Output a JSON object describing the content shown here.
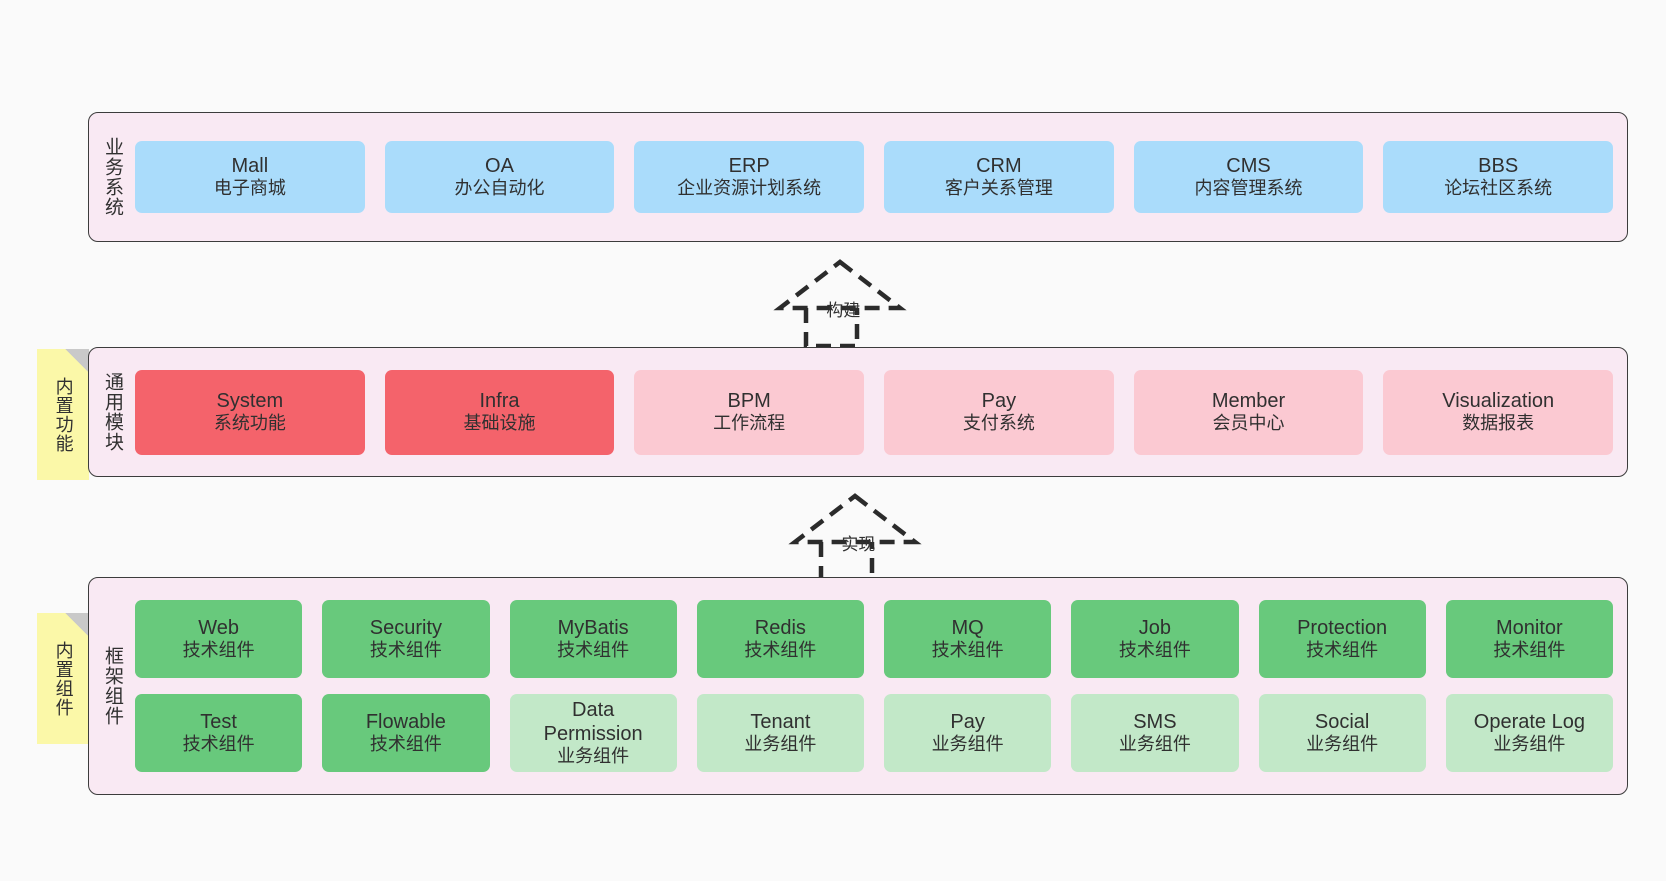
{
  "diagram": {
    "title_hidden": "",
    "colors": {
      "canvas_bg": "#fafafa",
      "layer_bg": "#f9e9f3",
      "layer_border": "#3c3c3c",
      "business_node": "#aadcfb",
      "core_module_strong": "#f4636b",
      "core_module_light": "#fbc9d2",
      "tech_component": "#68c97c",
      "biz_component": "#c2e8c8",
      "note_bg": "#fbf8a8",
      "note_fold": "#c9c9c9",
      "text": "#303030"
    }
  },
  "layers": [
    {
      "id": "business",
      "title": "业务系统",
      "rows": [
        {
          "cells": [
            {
              "name": "Mall",
              "sub": "电子商城",
              "style": "c-blue"
            },
            {
              "name": "OA",
              "sub": "办公自动化",
              "style": "c-blue"
            },
            {
              "name": "ERP",
              "sub": "企业资源计划系统",
              "style": "c-blue"
            },
            {
              "name": "CRM",
              "sub": "客户关系管理",
              "style": "c-blue"
            },
            {
              "name": "CMS",
              "sub": "内容管理系统",
              "style": "c-blue"
            },
            {
              "name": "BBS",
              "sub": "论坛社区系统",
              "style": "c-blue"
            }
          ]
        }
      ]
    },
    {
      "id": "common-module",
      "title": "通用模块",
      "note": "内置功能",
      "rows": [
        {
          "cells": [
            {
              "name": "System",
              "sub": "系统功能",
              "style": "c-red"
            },
            {
              "name": "Infra",
              "sub": "基础设施",
              "style": "c-red"
            },
            {
              "name": "BPM",
              "sub": "工作流程",
              "style": "c-pink"
            },
            {
              "name": "Pay",
              "sub": "支付系统",
              "style": "c-pink"
            },
            {
              "name": "Member",
              "sub": "会员中心",
              "style": "c-pink"
            },
            {
              "name": "Visualization",
              "sub": "数据报表",
              "style": "c-pink"
            }
          ]
        }
      ]
    },
    {
      "id": "framework",
      "title": "框架组件",
      "note": "内置组件",
      "rows": [
        {
          "cells": [
            {
              "name": "Web",
              "sub": "技术组件",
              "style": "c-green"
            },
            {
              "name": "Security",
              "sub": "技术组件",
              "style": "c-green"
            },
            {
              "name": "MyBatis",
              "sub": "技术组件",
              "style": "c-green"
            },
            {
              "name": "Redis",
              "sub": "技术组件",
              "style": "c-green"
            },
            {
              "name": "MQ",
              "sub": "技术组件",
              "style": "c-green"
            },
            {
              "name": "Job",
              "sub": "技术组件",
              "style": "c-green"
            },
            {
              "name": "Protection",
              "sub": "技术组件",
              "style": "c-green"
            },
            {
              "name": "Monitor",
              "sub": "技术组件",
              "style": "c-green"
            }
          ]
        },
        {
          "cells": [
            {
              "name": "Test",
              "sub": "技术组件",
              "style": "c-green"
            },
            {
              "name": "Flowable",
              "sub": "技术组件",
              "style": "c-green"
            },
            {
              "name": "Data Permission",
              "sub": "业务组件",
              "style": "c-lgreen"
            },
            {
              "name": "Tenant",
              "sub": "业务组件",
              "style": "c-lgreen"
            },
            {
              "name": "Pay",
              "sub": "业务组件",
              "style": "c-lgreen"
            },
            {
              "name": "SMS",
              "sub": "业务组件",
              "style": "c-lgreen"
            },
            {
              "name": "Social",
              "sub": "业务组件",
              "style": "c-lgreen"
            },
            {
              "name": "Operate Log",
              "sub": "业务组件",
              "style": "c-lgreen"
            }
          ]
        }
      ]
    }
  ],
  "connectors": [
    {
      "id": "build",
      "label": "构建",
      "from": "common-module",
      "to": "business"
    },
    {
      "id": "implement",
      "label": "实现",
      "from": "framework",
      "to": "common-module"
    }
  ]
}
